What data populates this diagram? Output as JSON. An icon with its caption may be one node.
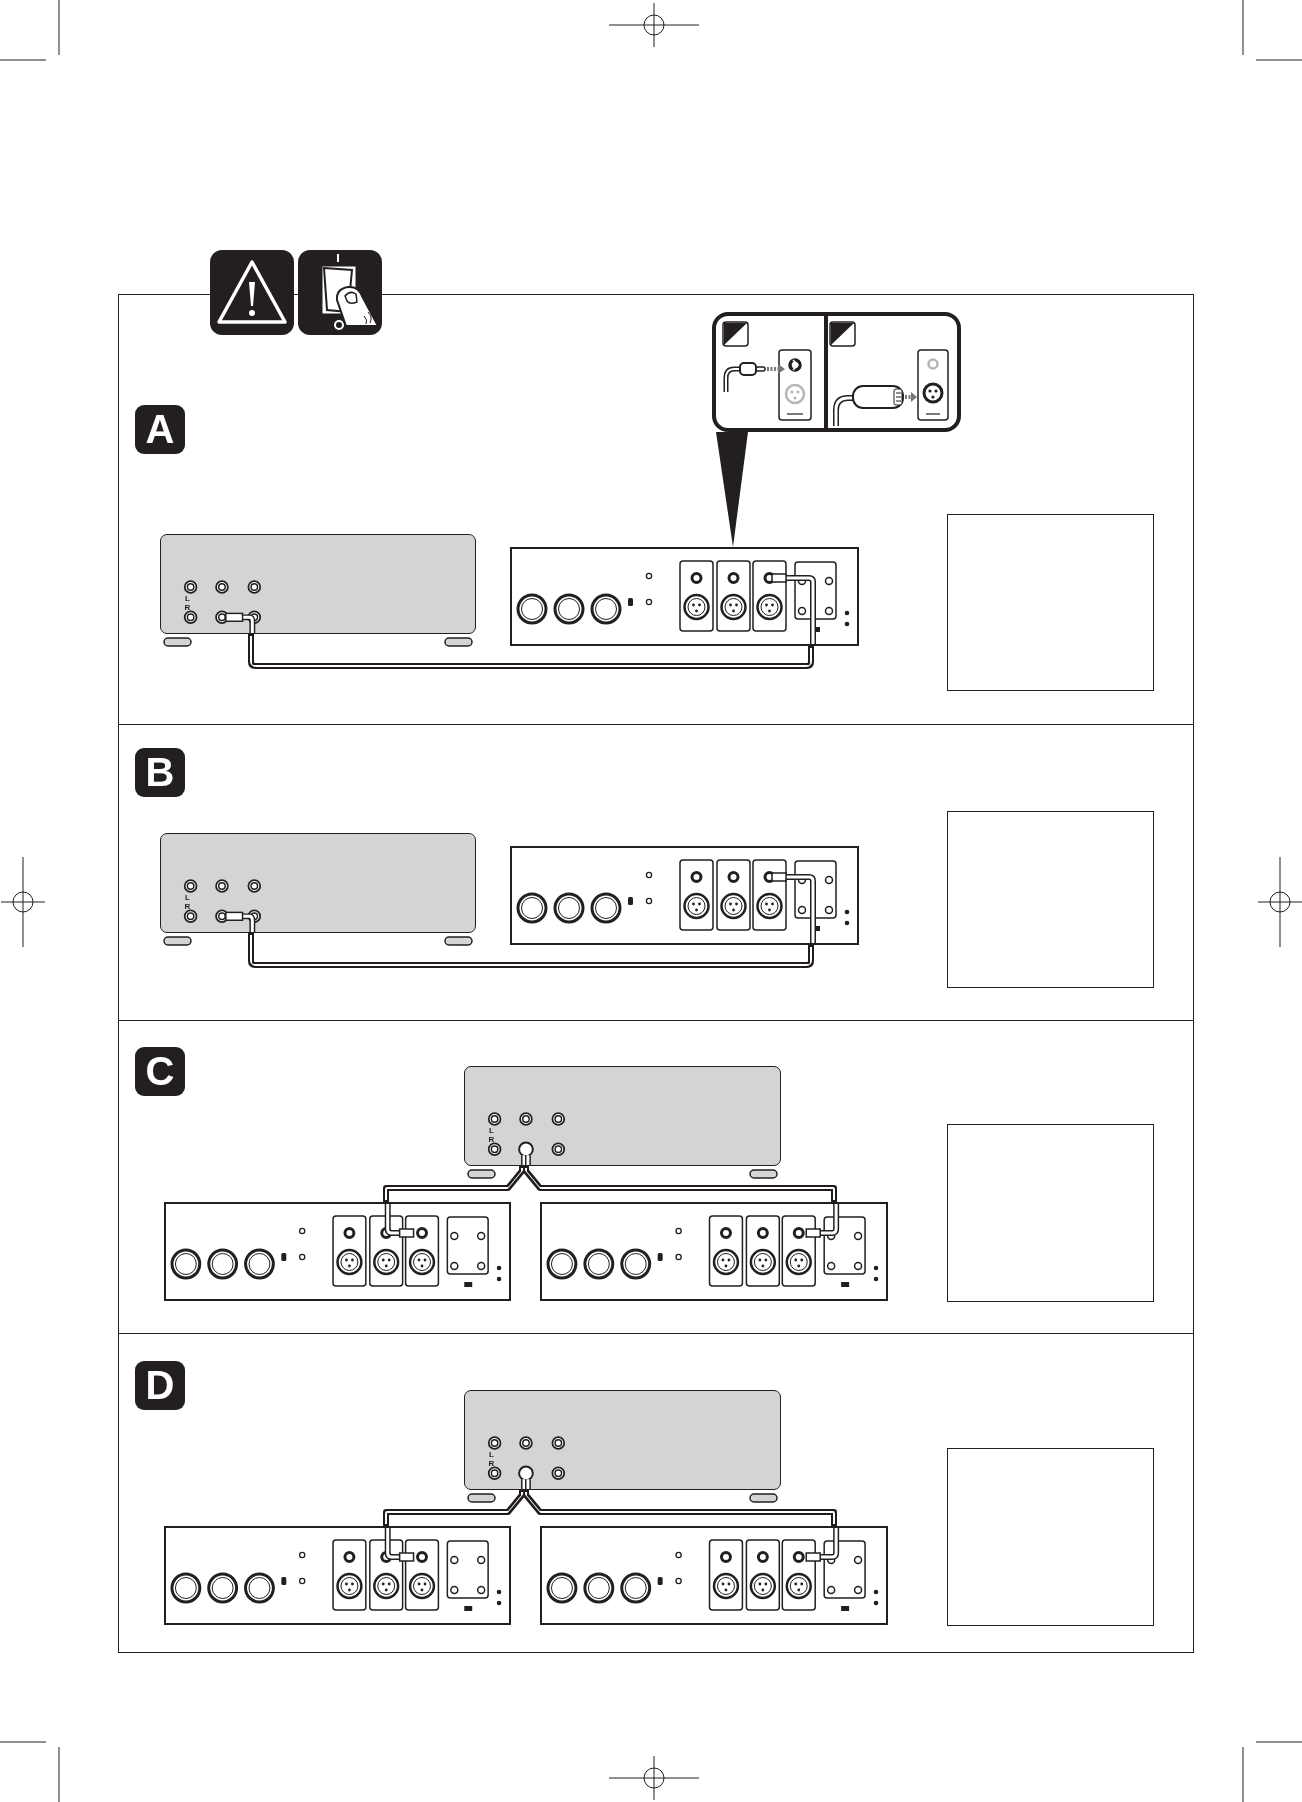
{
  "diagram": {
    "nodes": [
      {
        "text": [
          "A"
        ]
      },
      {
        "text": [],
        "shape": "box",
        "in": 0
      },
      {
        "text": [
          "L",
          "R"
        ],
        "in": 0
      },
      {
        "text": [],
        "shape": "box",
        "in": 0
      },
      {
        "text": [],
        "shape": "box",
        "in": 0
      },
      {
        "text": [
          "B"
        ]
      },
      {
        "text": [
          "L",
          "R"
        ],
        "in": 5
      },
      {
        "text": [],
        "shape": "box",
        "in": 5
      },
      {
        "text": [],
        "shape": "box",
        "in": 5
      },
      {
        "text": [
          "C"
        ]
      },
      {
        "text": [
          "L",
          "R"
        ],
        "in": 9
      },
      {
        "text": [],
        "shape": "box",
        "in": 9
      },
      {
        "text": [],
        "shape": "box",
        "in": 9
      },
      {
        "text": [],
        "shape": "box",
        "in": 9
      },
      {
        "text": [
          "D"
        ]
      },
      {
        "text": [
          "L",
          "R"
        ],
        "in": 14
      },
      {
        "text": [],
        "shape": "box",
        "in": 14
      },
      {
        "text": [],
        "shape": "box",
        "in": 14
      },
      {
        "text": [],
        "shape": "box",
        "in": 14
      }
    ],
    "edges": [
      {
        "from": 1,
        "to": 3,
        "arrow": "none"
      },
      {
        "from": 2,
        "to": 3,
        "arrow": "none"
      },
      {
        "from": 6,
        "to": 7,
        "arrow": "none"
      },
      {
        "from": 10,
        "to": 11,
        "arrow": "none"
      },
      {
        "from": 10,
        "to": 12,
        "arrow": "none"
      },
      {
        "from": 15,
        "to": 16,
        "arrow": "none"
      },
      {
        "from": 15,
        "to": 17,
        "arrow": "none"
      }
    ]
  }
}
